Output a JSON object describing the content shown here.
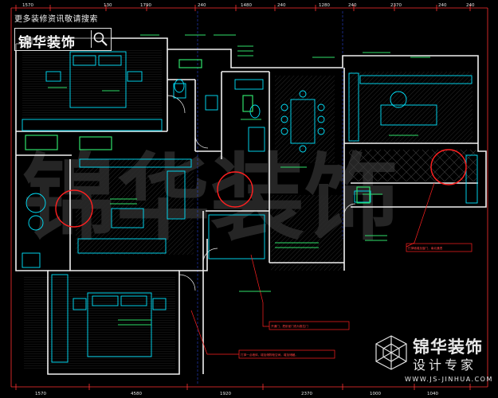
{
  "banner": {
    "top_text": "更多装修资讯敬请搜索",
    "logo_text": "锦华装饰"
  },
  "brand": {
    "name": "锦华装饰",
    "slogan": "设计专家",
    "url": "WWW.JS-JINHUA.COM"
  },
  "watermark": {
    "text": "锦华装饰"
  },
  "dimensions": {
    "top": [
      "1570",
      "130",
      "1790",
      "240",
      "1480",
      "240",
      "1280",
      "240",
      "2370",
      "240",
      "240"
    ],
    "bottom": [
      "1570",
      "4580",
      "1920",
      "2370",
      "1000",
      "1040"
    ]
  },
  "notes": {
    "note1": "打掉墙增加窗门，南北通透",
    "note2": "开通门，把卧室门改为推拉门",
    "note3": "打掉一点墙体，增加储物柜空间，增加储藏。"
  },
  "colors": {
    "background": "#000000",
    "walls": "#f0f0f0",
    "furniture": "#00e5ff",
    "annotations": "#2fe06a",
    "dimensions": "#ff3030",
    "highlight": "#ff2020",
    "axis": "#4060ff"
  }
}
